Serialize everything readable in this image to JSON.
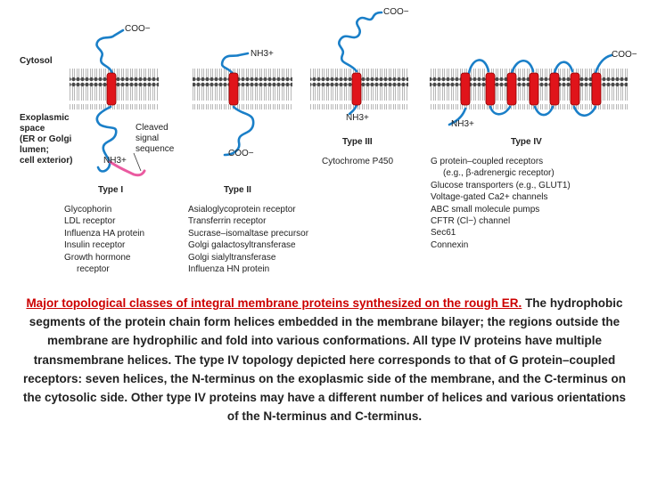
{
  "labels": {
    "cytosol": "Cytosol",
    "exoplasmic": [
      "Exoplasmic",
      "space",
      "(ER or Golgi",
      "lumen;",
      "cell exterior)"
    ],
    "cleaved": [
      "Cleaved",
      "signal",
      "sequence"
    ],
    "coo": "COO−",
    "nh3": "NH3+"
  },
  "types": [
    {
      "name": "Type I",
      "proteins": [
        "Glycophorin",
        "LDL receptor",
        "Influenza HA protein",
        "Insulin receptor",
        "Growth hormone",
        "receptor"
      ]
    },
    {
      "name": "Type II",
      "proteins": [
        "Asialoglycoprotein receptor",
        "Transferrin receptor",
        "Sucrase–isomaltase precursor",
        "Golgi galactosyltransferase",
        "Golgi sialyltransferase",
        "Influenza HN protein"
      ]
    },
    {
      "name": "Type III",
      "proteins": [
        "Cytochrome P450"
      ]
    },
    {
      "name": "Type IV",
      "proteins": [
        "G protein–coupled receptors",
        "(e.g., β-adrenergic receptor)",
        "Glucose transporters (e.g., GLUT1)",
        "Voltage-gated Ca2+ channels",
        "ABC small molecule pumps",
        "CFTR (Cl−) channel",
        "Sec61",
        "Connexin"
      ]
    }
  ],
  "caption": {
    "title": "Major topological classes of integral membrane proteins synthesized on the rough ER.",
    "body": "The hydrophobic segments of the protein chain form  helices embedded in the membrane bilayer; the regions outside the membrane are hydrophilic and fold into various conformations. All type IV proteins have multiple transmembrane  helices. The type IV topology depicted here corresponds to that of G protein–coupled receptors: seven  helices, the N-terminus on the exoplasmic side of the membrane, and the C-terminus on the cytosolic side. Other type IV proteins may have a different number of helices and various orientations of the N-terminus and C-terminus."
  },
  "colors": {
    "protein": "#1a7fc8",
    "helix": "#e0141a",
    "signal": "#ea5aa0",
    "lipid_head": "#555555",
    "caption_title": "#cc0000"
  }
}
